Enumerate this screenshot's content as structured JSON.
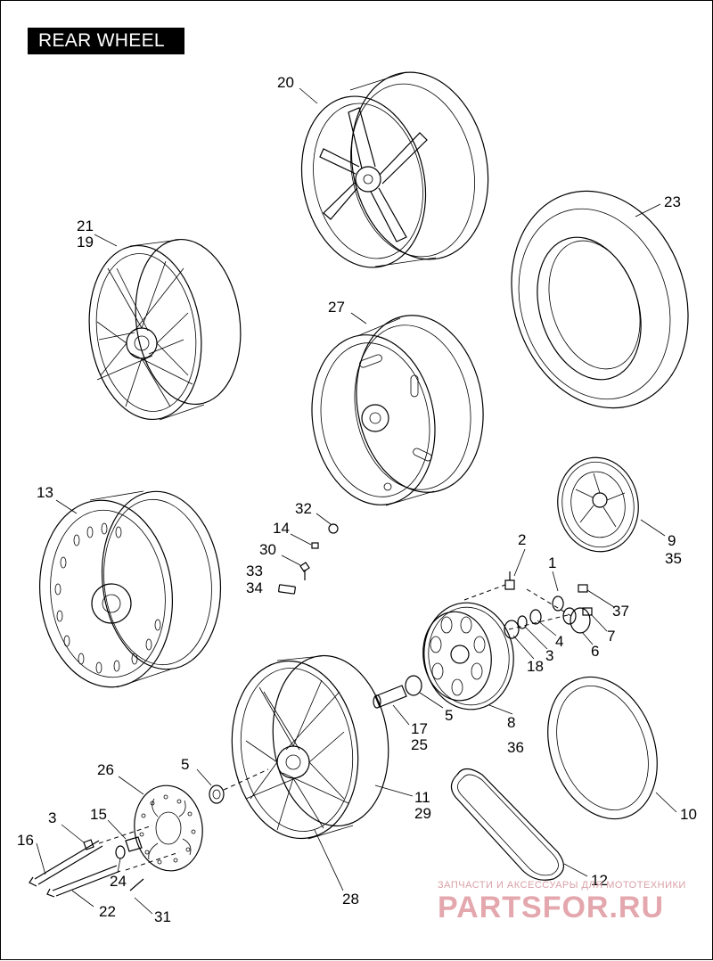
{
  "title": "REAR WHEEL",
  "callouts": {
    "c20": "20",
    "c21": "21",
    "c19": "19",
    "c23": "23",
    "c27": "27",
    "c9": "9",
    "c35": "35",
    "c13": "13",
    "c32": "32",
    "c14": "14",
    "c30": "30",
    "c33": "33",
    "c34": "34",
    "c2": "2",
    "c1": "1",
    "c37": "37",
    "c7": "7",
    "c4": "4",
    "c3a": "3",
    "c6": "6",
    "c18": "18",
    "c5a": "5",
    "c17": "17",
    "c25": "25",
    "c8": "8",
    "c36": "36",
    "c26": "26",
    "c5b": "5",
    "c11": "11",
    "c29": "29",
    "c10": "10",
    "c3b": "3",
    "c15": "15",
    "c16": "16",
    "c24": "24",
    "c12": "12",
    "c28": "28",
    "c22": "22",
    "c31": "31"
  },
  "watermark": {
    "top": "ЗАПЧАСТИ И АКСЕССУАРЫ ДЛЯ МОТОТЕХНИКИ",
    "main": "PARTSFOR.RU"
  }
}
